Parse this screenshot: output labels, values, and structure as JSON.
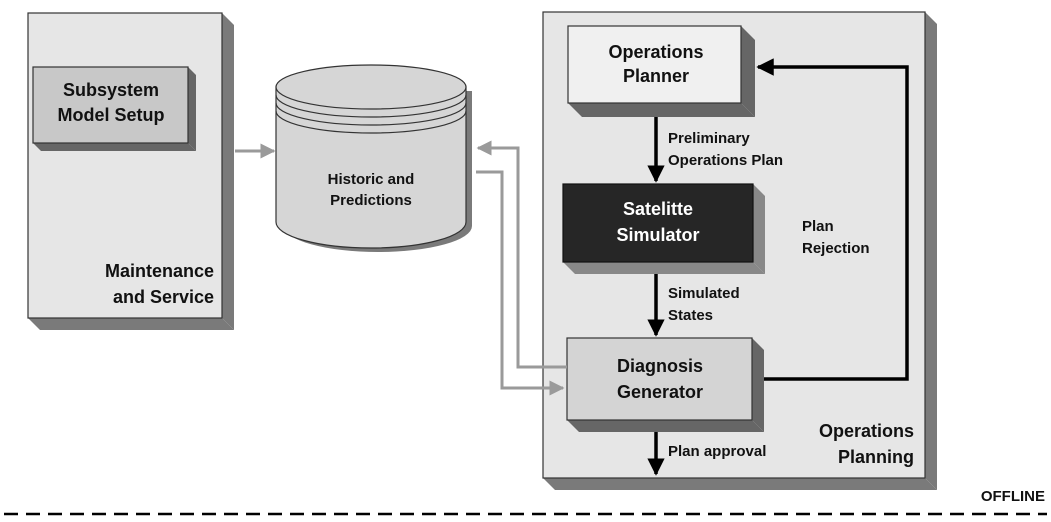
{
  "maintenance_panel": {
    "title_line1": "Maintenance",
    "title_line2": "and Service",
    "subsystem_box": {
      "line1": "Subsystem",
      "line2": "Model Setup"
    }
  },
  "database": {
    "line1": "Historic and",
    "line2": "Predictions"
  },
  "operations_panel": {
    "title_line1": "Operations",
    "title_line2": "Planning",
    "planner_box": {
      "line1": "Operations",
      "line2": "Planner"
    },
    "simulator_box": {
      "line1": "Satelitte",
      "line2": "Simulator"
    },
    "diagnosis_box": {
      "line1": "Diagnosis",
      "line2": "Generator"
    }
  },
  "edge_labels": {
    "preliminary_line1": "Preliminary",
    "preliminary_line2": "Operations Plan",
    "simulated_line1": "Simulated",
    "simulated_line2": "States",
    "rejection_line1": "Plan",
    "rejection_line2": "Rejection",
    "approval": "Plan approval"
  },
  "offline_label": "OFFLINE",
  "colors": {
    "panel_face": "#e6e6e6",
    "panel_side": "#7a7a7a",
    "box_light": "#f0f0f0",
    "box_medium": "#d4d4d4",
    "box_dark": "#262626",
    "gray_arrow": "#9a9a9a",
    "black_arrow": "#000000"
  }
}
